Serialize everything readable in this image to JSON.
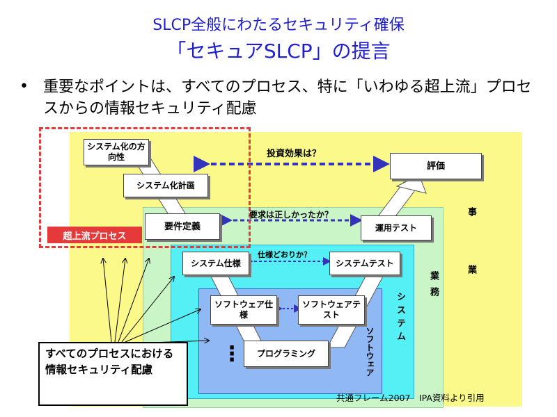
{
  "title_line1": "SLCP全般にわたるセキュリティ確保",
  "title_line2": "「セキュアSLCP」の提言",
  "bullet_text": "重要なポイントは、すべてのプロセス、特に「いわゆる超上流」プロセスからの情報セキュリティ配慮",
  "bullet_mark": "•",
  "diagram": {
    "boxes": {
      "system_direction": "システム化の方向性",
      "system_plan": "システム化計画",
      "requirements": "要件定義",
      "system_spec": "システム仕様",
      "software_spec": "ソフトウェア仕様",
      "programming": "プログラミング",
      "software_test": "ソフトウェアテスト",
      "system_test": "システムテスト",
      "operation_test": "運用テスト",
      "evaluation": "評価"
    },
    "questions": {
      "investment": "投資効果は？",
      "requirements_ok": "要求は正しかったか？",
      "spec_ok": "仕様どおりか？"
    },
    "layer_labels": {
      "business": "事業",
      "operations": "業務",
      "system": "システム",
      "software": "ソフトウェア"
    },
    "super_upstream_label": "超上流プロセス",
    "ellipsis": "⋮",
    "note": "すべてのプロセスにおける情報セキュリティ配慮"
  },
  "caption": "共通フレーム2007　IPA資料より引用",
  "colors": {
    "title": "#1f1fd0",
    "business_layer": "#fbf98a",
    "operations_layer": "#c9f5c7",
    "system_layer": "#55f0f5",
    "software_layer": "#8fb8f5",
    "dashed_arrow": "#3333bb",
    "super_upstream": "#e53a3a"
  }
}
